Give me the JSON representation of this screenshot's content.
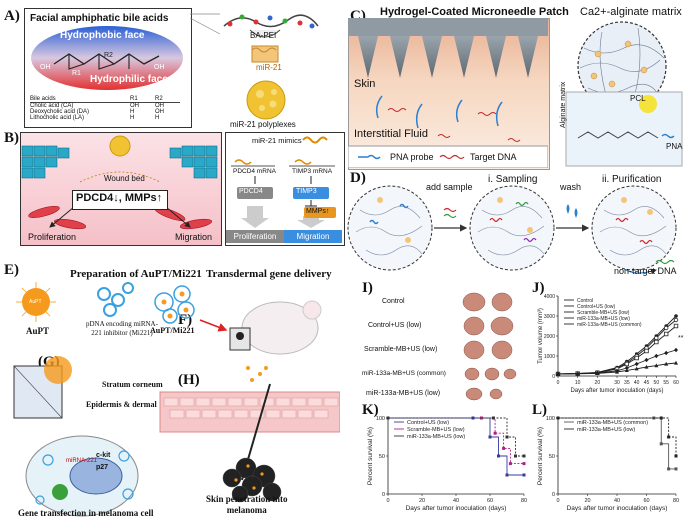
{
  "panels": {
    "A": "A)",
    "B": "B)",
    "C": "C)",
    "D": "D)",
    "E": "E)",
    "F": "F)",
    "G": "(G)",
    "H": "(H)",
    "I": "I)",
    "J": "J)",
    "K": "K)",
    "L": "L)"
  },
  "panelA": {
    "box_title": "Facial amphiphatic bile acids",
    "hydrophobic": "Hydrophobic face",
    "hydrophilic": "Hydrophilic face",
    "oh1": "OH",
    "oh2": "OH",
    "r1": "R1",
    "r2": "R2",
    "table_headers": [
      "Bile acids",
      "R1",
      "R2"
    ],
    "table_rows": [
      [
        "Cholic acid (CA)",
        "OH",
        "OH"
      ],
      [
        "Deoxycholic acid (DA)",
        "H",
        "OH"
      ],
      [
        "Lithocholic acid (LA)",
        "H",
        "H"
      ]
    ],
    "bapei": "BA-PEI",
    "mir21": "miR-21",
    "polyplexes": "miR-21 polyplexes"
  },
  "panelB": {
    "wound_bed": "Wound bed",
    "pdcd4": "PDCD4↓, MMPs↑",
    "proliferation": "Proliferation",
    "migration": "Migration",
    "mimics": "miR-21 mimics",
    "pdcd4_mrna": "PDCD4 mRNA",
    "timp3_mrna": "TIMP3 mRNA",
    "pdcd4_box": "PDCD4",
    "timp3_box": "TIMP3",
    "mmps": "MMPs↑",
    "prolif_btn": "Proliferation",
    "migr_btn": "Migration"
  },
  "panelC": {
    "title": "Hydrogel-Coated Microneedle Patch",
    "skin": "Skin",
    "interstitial": "Interstitial Fluid",
    "pna_probe": "PNA probe",
    "target_dna": "Target DNA",
    "matrix_title": "Ca2+-alginate matrix",
    "alginate_matrix": "Alginate matrix",
    "pcl": "PCL",
    "pna": "PNA"
  },
  "panelD": {
    "add_sample": "add sample",
    "wash": "wash",
    "sampling": "i. Sampling",
    "purification": "ii. Purification",
    "non_target": "non-target DNA"
  },
  "panelE": {
    "prep_title": "Preparation of AuPT/Mi221",
    "aupt": "AuPT",
    "aupt_core": "AuPT",
    "pdna": "pDNA encoding miRNA-\n221 inhibitor (Mi221)",
    "aupt_mi221": "AuPT/Mi221",
    "transdermal": "Transdermal gene delivery",
    "stratum": "Stratum corneum",
    "epidermis": "Epidermis & dermal",
    "gene_transfection": "Gene transfection in melanoma cell",
    "skin_penetration": "Skin penetration into\nmelanoma",
    "ckit": "c-kit",
    "p27": "p27",
    "mirna221": "miRNA-221"
  },
  "panelI": {
    "rows": [
      "Control",
      "Control+US (low)",
      "Scramble-MB+US (low)",
      "miR-133a-MB+US (common)",
      "miR-133a-MB+US (low)"
    ]
  },
  "chart_data": [
    {
      "id": "J",
      "type": "line",
      "xlabel": "Days after tumor inoculation (days)",
      "ylabel": "Tumor volume (mm³)",
      "xlim": [
        0,
        60
      ],
      "ylim": [
        0,
        4000
      ],
      "xticks": [
        0,
        10,
        20,
        30,
        35,
        40,
        45,
        50,
        55,
        60
      ],
      "yticks": [
        0,
        1000,
        2000,
        3000,
        4000
      ],
      "legend": "top-left",
      "sig": "**",
      "series": [
        {
          "name": "Control",
          "color": "#222222",
          "marker": "circle-filled",
          "x": [
            0,
            10,
            20,
            30,
            35,
            40,
            45,
            50,
            55,
            60
          ],
          "y": [
            100,
            130,
            180,
            420,
            720,
            1100,
            1500,
            2000,
            2500,
            3000
          ]
        },
        {
          "name": "Control+US (low)",
          "color": "#222222",
          "marker": "circle-open",
          "x": [
            0,
            10,
            20,
            30,
            35,
            40,
            45,
            50,
            55,
            60
          ],
          "y": [
            100,
            120,
            170,
            380,
            650,
            1000,
            1400,
            1900,
            2400,
            2800
          ]
        },
        {
          "name": "Scramble-MB+US (low)",
          "color": "#222222",
          "marker": "square",
          "x": [
            0,
            10,
            20,
            30,
            35,
            40,
            45,
            50,
            55,
            60
          ],
          "y": [
            100,
            120,
            160,
            350,
            600,
            900,
            1250,
            1700,
            2100,
            2500
          ]
        },
        {
          "name": "miR-133a-MB+US (low)",
          "color": "#222222",
          "marker": "triangle",
          "x": [
            0,
            10,
            20,
            30,
            35,
            40,
            45,
            50,
            55,
            60
          ],
          "y": [
            100,
            110,
            130,
            200,
            280,
            360,
            450,
            520,
            600,
            650
          ]
        },
        {
          "name": "miR-133a-MB+US (common)",
          "color": "#222222",
          "marker": "diamond",
          "x": [
            0,
            10,
            20,
            30,
            35,
            40,
            45,
            50,
            55,
            60
          ],
          "y": [
            100,
            115,
            150,
            260,
            400,
            600,
            800,
            1000,
            1150,
            1300
          ]
        }
      ]
    },
    {
      "id": "K",
      "type": "line",
      "step": true,
      "xlabel": "Days after tumor inoculation (days)",
      "ylabel": "Percent survival (%)",
      "xlim": [
        0,
        80
      ],
      "ylim": [
        0,
        100
      ],
      "xticks": [
        0,
        20,
        40,
        60,
        80
      ],
      "yticks": [
        0,
        50,
        100
      ],
      "legend": "top-left",
      "series": [
        {
          "name": "Control+US (low)",
          "color": "#3a3aa0",
          "x": [
            0,
            50,
            60,
            65,
            70,
            80
          ],
          "y": [
            100,
            100,
            75,
            50,
            25,
            25
          ]
        },
        {
          "name": "Scramble-MB+US (low)",
          "color": "#b02080",
          "x": [
            0,
            55,
            63,
            68,
            72,
            80
          ],
          "y": [
            100,
            100,
            80,
            60,
            40,
            40
          ]
        },
        {
          "name": "miR-133a-MB+US (low)",
          "color": "#333333",
          "x": [
            0,
            62,
            70,
            75,
            80
          ],
          "y": [
            100,
            100,
            75,
            50,
            50
          ]
        }
      ]
    },
    {
      "id": "L",
      "type": "line",
      "step": true,
      "xlabel": "Days after tumor inoculation (days)",
      "ylabel": "Percent survival (%)",
      "xlim": [
        0,
        80
      ],
      "ylim": [
        0,
        100
      ],
      "xticks": [
        0,
        20,
        40,
        60,
        80
      ],
      "yticks": [
        0,
        50,
        100
      ],
      "legend": "top-left",
      "series": [
        {
          "name": "miR-133a-MB+US (common)",
          "color": "#555555",
          "x": [
            0,
            65,
            70,
            75,
            80
          ],
          "y": [
            100,
            100,
            66,
            33,
            33
          ]
        },
        {
          "name": "miR-133a-MB+US (low)",
          "color": "#222222",
          "x": [
            0,
            70,
            75,
            80
          ],
          "y": [
            100,
            100,
            75,
            50
          ]
        }
      ]
    }
  ]
}
